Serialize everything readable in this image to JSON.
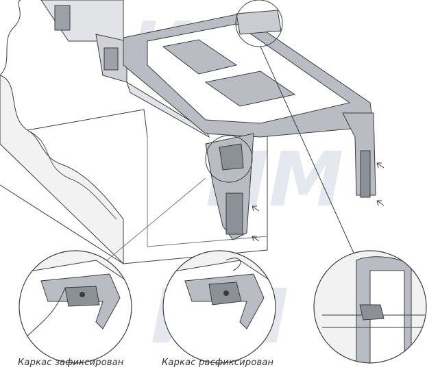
{
  "captions": {
    "locked": "Каркас зафиксирован",
    "unlocked": "Каркас расфиксирован"
  },
  "colors": {
    "line": "#3a3a3a",
    "metal": "#b9bcc2",
    "metal_dark": "#8c9097",
    "cabinet": "#f2f2f2",
    "watermark": "#d4dbe6"
  },
  "watermark_text": "ИМ",
  "icons": {
    "arrow": "pointer-arrow-icon",
    "bracket": "mounting-bracket-icon",
    "latch": "latch-icon"
  }
}
